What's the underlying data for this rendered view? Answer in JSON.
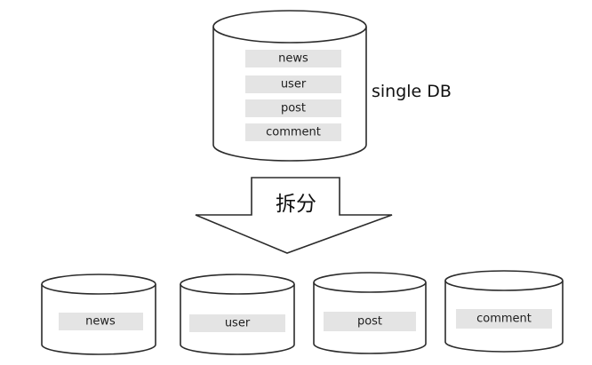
{
  "single_db": {
    "label": "single DB",
    "tables": [
      "news",
      "user",
      "post",
      "comment"
    ]
  },
  "arrow": {
    "label": "拆分"
  },
  "split_dbs": [
    {
      "table": "news"
    },
    {
      "table": "user"
    },
    {
      "table": "post"
    },
    {
      "table": "comment"
    }
  ]
}
